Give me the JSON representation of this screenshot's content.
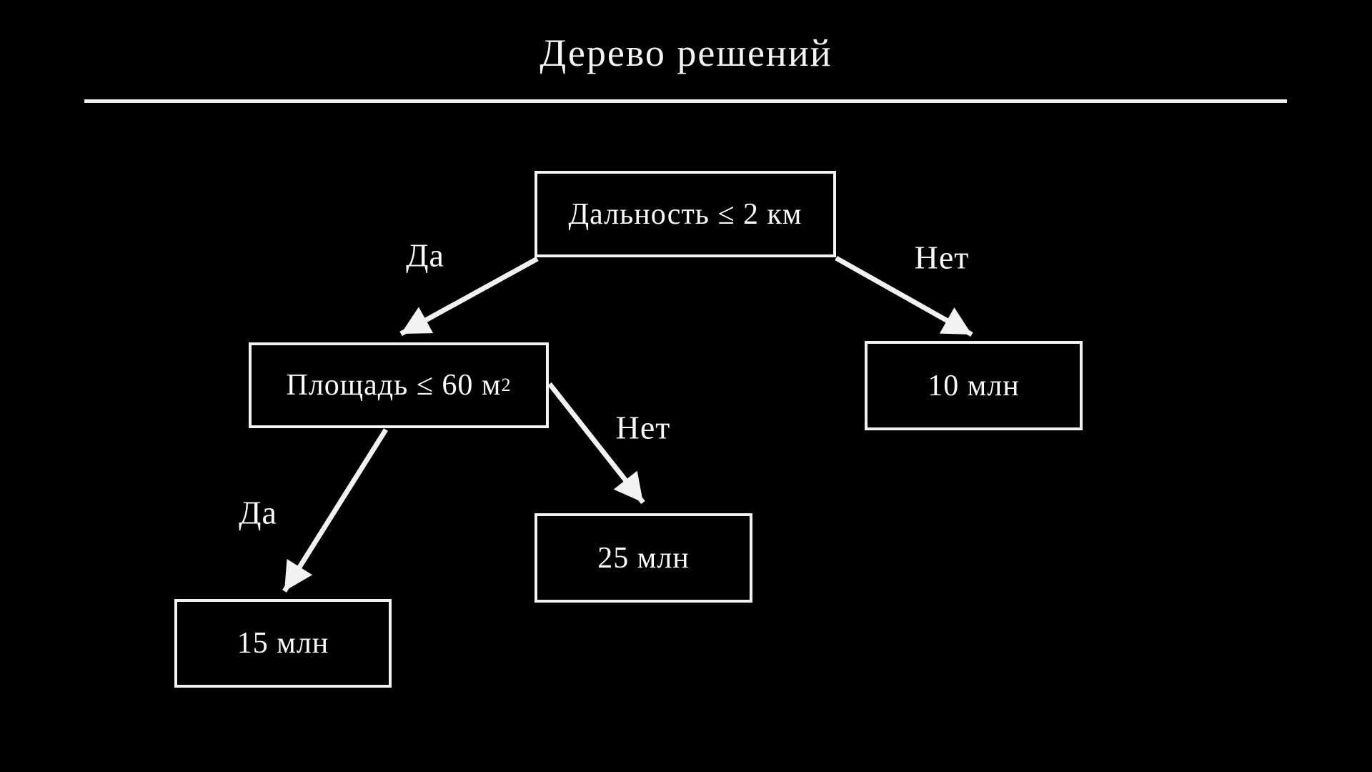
{
  "title": "Дерево решений",
  "colors": {
    "background": "#000000",
    "stroke": "#f2f2f2",
    "text": "#fafafa"
  },
  "tree": {
    "root": {
      "label": "Дальность ≤ 2 км"
    },
    "branch_area": {
      "label_main": "Площадь ≤ 60 м",
      "label_sup": "2"
    },
    "leaf_root_no": {
      "label": "10 млн"
    },
    "leaf_area_no": {
      "label": "25 млн"
    },
    "leaf_area_yes": {
      "label": "15 млн"
    },
    "edges": {
      "root_yes": "Да",
      "root_no": "Нет",
      "area_yes": "Да",
      "area_no": "Нет"
    }
  },
  "chart_data": {
    "type": "table",
    "title": "Дерево решений",
    "structure": [
      {
        "node": "Дальность ≤ 2 км",
        "if_yes": "Площадь ≤ 60 м2",
        "if_no": "10 млн"
      },
      {
        "node": "Площадь ≤ 60 м2",
        "if_yes": "15 млн",
        "if_no": "25 млн"
      }
    ]
  }
}
